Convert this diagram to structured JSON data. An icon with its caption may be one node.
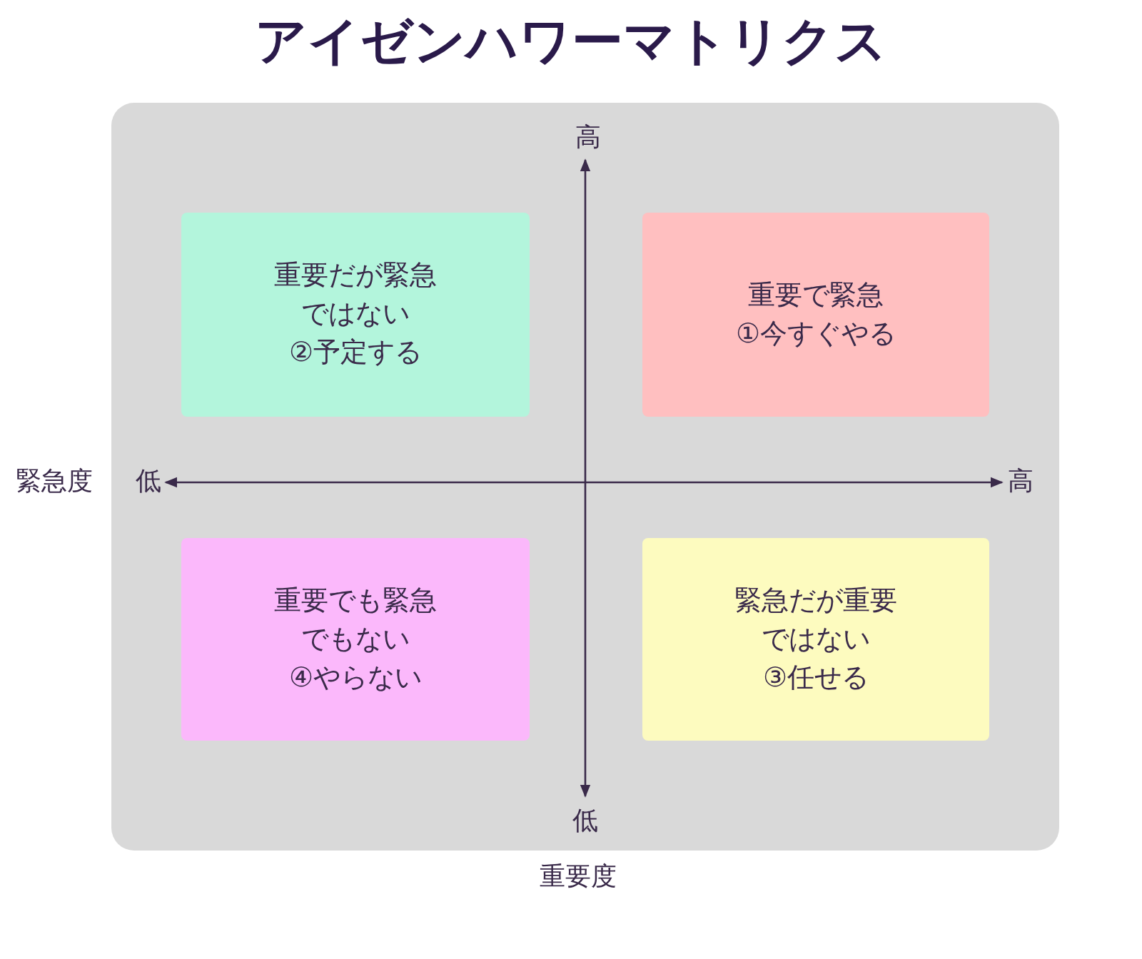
{
  "diagram": {
    "title": "アイゼンハワーマトリクス",
    "nodes": [
      {
        "text": [
          "重要だが緊急ではない",
          "②予定する"
        ]
      },
      {
        "text": [
          "重要で緊急",
          "①今すぐやる"
        ]
      },
      {
        "text": [
          "重要でも緊急でもない",
          "④やらない"
        ]
      },
      {
        "text": [
          "緊急だが重要ではない",
          "③任せる"
        ]
      }
    ],
    "edges": [],
    "labels": [
      "高",
      "緊急度",
      "低",
      "高",
      "低",
      "重要度"
    ]
  }
}
